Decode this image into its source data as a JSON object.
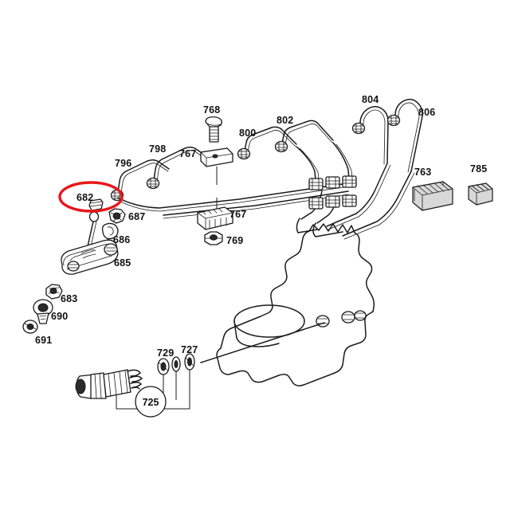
{
  "diagram": {
    "title": "Fuel injection line and pump parts diagram",
    "background_color": "#ffffff",
    "ink_color": "#1a1a1a",
    "highlight_color": "#e8171b",
    "highlighted_part": "682"
  },
  "labels": {
    "p682": "682",
    "p683": "683",
    "p685": "685",
    "p686": "686",
    "p687": "687",
    "p690": "690",
    "p691": "691",
    "p725": "725",
    "p727": "727",
    "p729": "729",
    "p763": "763",
    "p767_upper": "767",
    "p767_lower": "767",
    "p768": "768",
    "p769": "769",
    "p785": "785",
    "p796": "796",
    "p798": "798",
    "p800": "800",
    "p802": "802",
    "p804": "804",
    "p806": "806"
  },
  "parts": [
    {
      "number": "682",
      "name": "fuel-line-highlighted",
      "highlighted": true
    },
    {
      "number": "683",
      "name": "hollow-bolt",
      "highlighted": false
    },
    {
      "number": "685",
      "name": "fuel-rail-assembly",
      "highlighted": false
    },
    {
      "number": "686",
      "name": "clamp-bracket",
      "highlighted": false
    },
    {
      "number": "687",
      "name": "hex-nut",
      "highlighted": false
    },
    {
      "number": "690",
      "name": "banjo-fitting",
      "highlighted": false
    },
    {
      "number": "691",
      "name": "sealing-washer",
      "highlighted": false
    },
    {
      "number": "725",
      "name": "threaded-connector",
      "highlighted": false
    },
    {
      "number": "727",
      "name": "washer",
      "highlighted": false
    },
    {
      "number": "729",
      "name": "washer-pair",
      "highlighted": false
    },
    {
      "number": "763",
      "name": "line-clamp-block-six-groove",
      "highlighted": false
    },
    {
      "number": "767",
      "name": "mounting-bracket",
      "highlighted": false
    },
    {
      "number": "768",
      "name": "hex-head-bolt",
      "highlighted": false
    },
    {
      "number": "769",
      "name": "hex-nut",
      "highlighted": false
    },
    {
      "number": "785",
      "name": "line-clamp-block-small",
      "highlighted": false
    },
    {
      "number": "796",
      "name": "injection-line",
      "highlighted": false
    },
    {
      "number": "798",
      "name": "injection-line",
      "highlighted": false
    },
    {
      "number": "800",
      "name": "injection-line",
      "highlighted": false
    },
    {
      "number": "802",
      "name": "injection-line",
      "highlighted": false
    },
    {
      "number": "804",
      "name": "injection-line",
      "highlighted": false
    },
    {
      "number": "806",
      "name": "injection-line",
      "highlighted": false
    }
  ]
}
